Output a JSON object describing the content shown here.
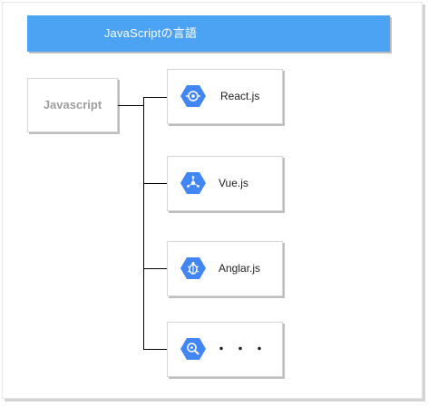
{
  "title": "JavaScriptの言語",
  "root": {
    "label": "Javascript"
  },
  "nodes": [
    {
      "label": "React.js",
      "icon": "target-hexagon-icon"
    },
    {
      "label": "Vue.js",
      "icon": "network-hexagon-icon"
    },
    {
      "label": "Anglar.js",
      "icon": "bug-hexagon-icon"
    },
    {
      "label": "・・・",
      "icon": "search-hexagon-icon"
    }
  ],
  "colors": {
    "title_bar": "#4da3f3",
    "icon": "#4285f4",
    "root_text": "#9e9e9e"
  }
}
